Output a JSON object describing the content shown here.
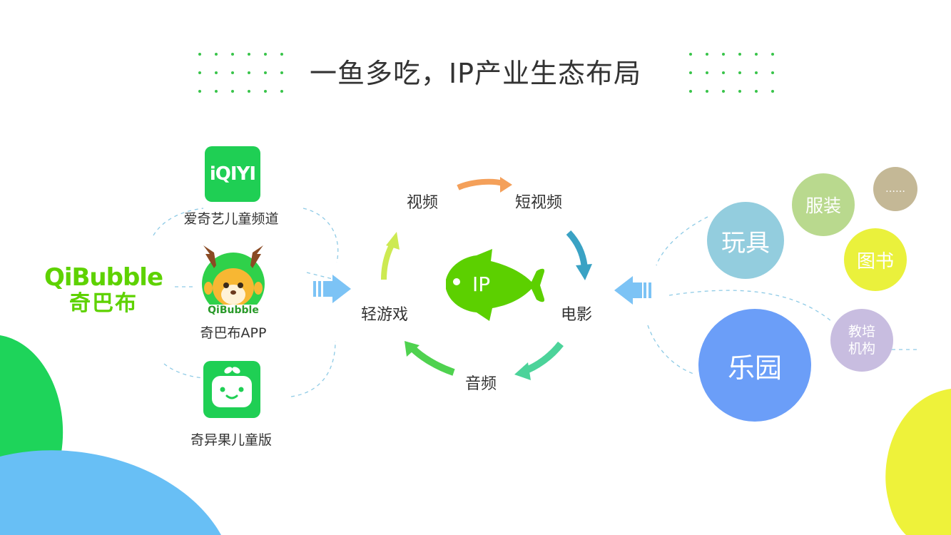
{
  "title": "一鱼多吃，IP产业生态布局",
  "brand": {
    "logo_text": "QiBubble",
    "name": "奇巴布"
  },
  "apps": [
    {
      "tile_text": "iQIYI",
      "label": "爱奇艺儿童频道"
    },
    {
      "tile_text": "QiBubble",
      "label": "奇巴布APP"
    },
    {
      "label": "奇异果儿童版"
    }
  ],
  "cycle": {
    "center": "IP",
    "nodes": [
      "视频",
      "短视频",
      "电影",
      "音频",
      "轻游戏"
    ]
  },
  "industries": [
    {
      "label": "玩具"
    },
    {
      "label": "服装"
    },
    {
      "label": "……"
    },
    {
      "label": "图书"
    },
    {
      "label": "乐园"
    },
    {
      "label": "教培机构"
    }
  ],
  "colors": {
    "green": "#2ecc40",
    "lime": "#5ed200",
    "toy": "#93cdde",
    "clothes": "#b9d98e",
    "more": "#c4b896",
    "books": "#eaf13c",
    "park": "#6b9ef8",
    "edu": "#c8bde0",
    "arrow_blue": "#7cc3f5"
  }
}
